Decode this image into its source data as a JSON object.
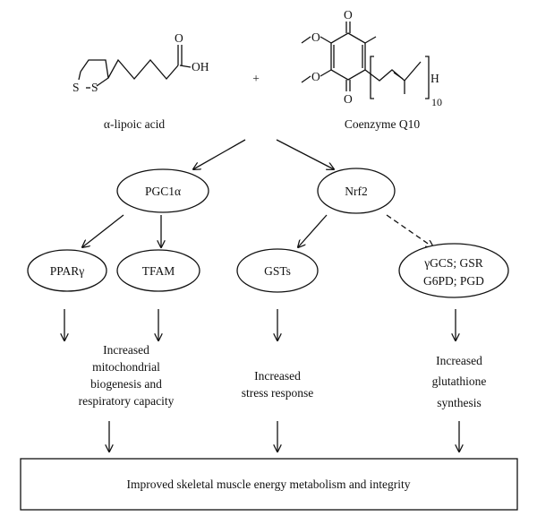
{
  "reactants": {
    "lipoic_acid": {
      "name": "α-lipoic acid",
      "atoms": {
        "s1": "S",
        "s2": "S",
        "o": "O",
        "oh": "OH"
      }
    },
    "plus": "+",
    "coq10": {
      "name": "Coenzyme Q10",
      "atoms": {
        "o_top": "O",
        "o_bottom": "O",
        "o_meo1": "O",
        "o_meo2": "O",
        "h": "H",
        "n": "10"
      }
    }
  },
  "nodes": {
    "pgc1a": "PGC1α",
    "nrf2": "Nrf2",
    "ppar": "PPARγ",
    "tfam": "TFAM",
    "gsts": "GSTs",
    "gcs_line1": "γGCS; GSR",
    "gcs_line2": "G6PD; PGD"
  },
  "outcomes": {
    "mito": [
      "Increased",
      "mitochondrial",
      "biogenesis and",
      "respiratory capacity"
    ],
    "stress": [
      "Increased",
      "stress response"
    ],
    "glut": [
      "Increased",
      "glutathione",
      "synthesis"
    ]
  },
  "final": "Improved skeletal muscle energy metabolism and integrity"
}
